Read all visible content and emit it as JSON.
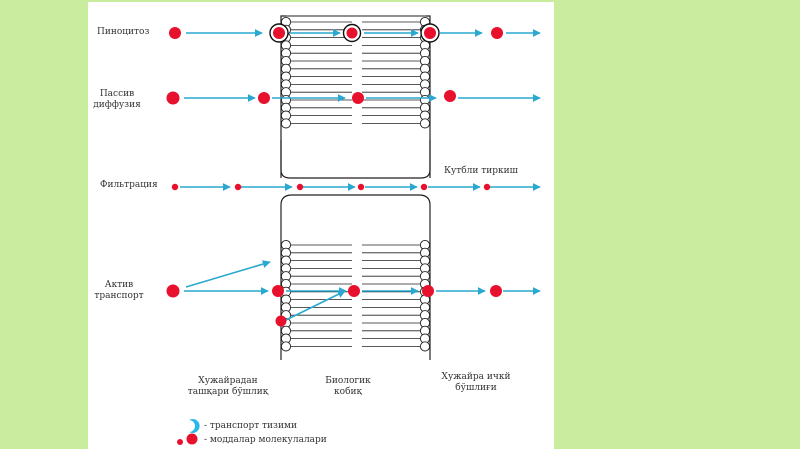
{
  "colors": {
    "background": "#c9ec9f",
    "panel": "#ffffff",
    "arrow": "#2aa8cf",
    "molecule": "#e8112d",
    "carrier": "#29b6e8",
    "membrane": "#222222"
  },
  "labels": {
    "pinocytosis": "Пиноцитоз",
    "passive_line1": "Пассив",
    "passive_line2": "диффузия",
    "filtration": "Фильтрация",
    "connective": "Кутбли тиркиш",
    "active_line1": "Актив",
    "active_line2": "транспорт",
    "outer_line1": "Хужайрадан",
    "outer_line2": "ташқари бўшлиқ",
    "bio_line1": "Биологик",
    "bio_line2": "кобиқ",
    "inner_line1": "Хужайра ичкй",
    "inner_line2": "бўшлиғи"
  },
  "legend": {
    "carrier": "- транспорт тизими",
    "molecules": "- моддалар молекулалари"
  },
  "icons": {
    "molecule": "red-dot-icon",
    "carrier": "carrier-crescent-icon"
  }
}
